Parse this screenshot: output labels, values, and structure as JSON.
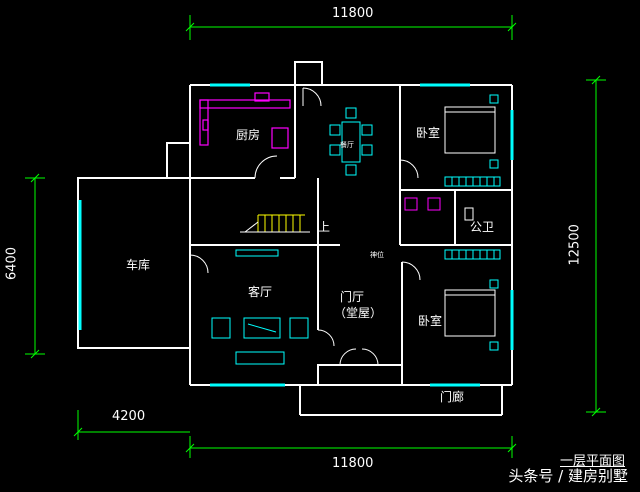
{
  "dimensions": {
    "top": "11800",
    "bottom": "11800",
    "left": "6400",
    "right": "12500",
    "bottom_left": "4200"
  },
  "rooms": {
    "kitchen": "厨房",
    "dining": "餐厅",
    "bedroom_top": "卧室",
    "garage": "车库",
    "stairs_up": "上",
    "bathroom": "公卫",
    "shrine": "神位",
    "living": "客厅",
    "foyer_line1": "门厅",
    "foyer_line2": "（堂屋）",
    "bedroom_bottom": "卧室",
    "porch": "门廊"
  },
  "drawing_title": "一层平面图",
  "watermark": "头条号 / 建房别墅",
  "colors": {
    "wall": "#ffffff",
    "dimension": "#00ff00",
    "furniture": "#00ffff",
    "kitchen": "#ff00ff",
    "stair": "#ffff00",
    "wardrobe": "#00ffff"
  }
}
